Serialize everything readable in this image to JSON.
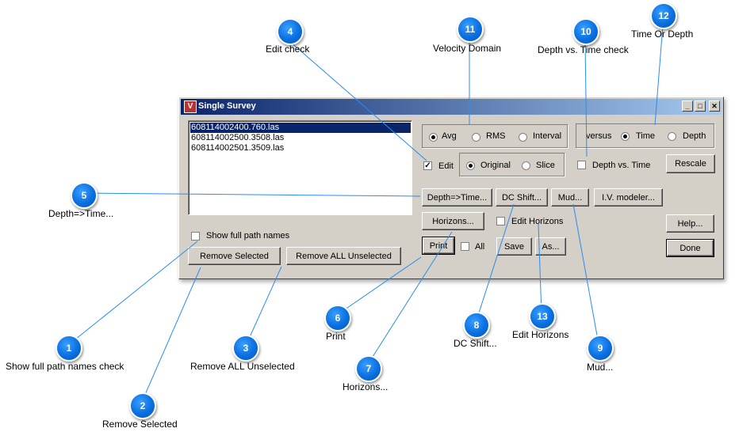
{
  "window": {
    "title": "Single Survey",
    "app_icon_glyph": "V",
    "minimize_glyph": "_",
    "maximize_glyph": "□",
    "close_glyph": "✕"
  },
  "file_list": {
    "items": [
      {
        "name": "608114002400.760.las",
        "selected": true
      },
      {
        "name": "608114002500.3508.las",
        "selected": false
      },
      {
        "name": "608114002501.3509.las",
        "selected": false
      }
    ]
  },
  "left_controls": {
    "show_full_path_label": "Show full path names",
    "show_full_path_checked": false,
    "remove_selected_label": "Remove Selected",
    "remove_all_unselected_label": "Remove ALL Unselected"
  },
  "velocity_domain": {
    "options": [
      "Avg",
      "RMS",
      "Interval"
    ],
    "selected": "Avg"
  },
  "versus_group": {
    "label": "versus",
    "options": [
      "Time",
      "Depth"
    ],
    "selected": "Time"
  },
  "edit_group": {
    "edit_label": "Edit",
    "edit_checked": true,
    "options": [
      "Original",
      "Slice"
    ],
    "selected": "Original"
  },
  "depth_vs_time": {
    "label": "Depth vs. Time",
    "checked": false
  },
  "buttons": {
    "rescale": "Rescale",
    "depth_time": "Depth=>Time...",
    "dc_shift": "DC Shift...",
    "mud": "Mud...",
    "iv_modeler": "I.V. modeler...",
    "horizons": "Horizons...",
    "print": "Print",
    "save": "Save",
    "save_as": "As...",
    "help": "Help...",
    "done": "Done"
  },
  "edit_horizons": {
    "label": "Edit Horizons",
    "checked": false
  },
  "print_all": {
    "label": "All",
    "checked": false
  },
  "callouts": [
    {
      "number": "1",
      "label": "Show full path names check"
    },
    {
      "number": "2",
      "label": "Remove Selected"
    },
    {
      "number": "3",
      "label": "Remove ALL Unselected"
    },
    {
      "number": "4",
      "label": "Edit check"
    },
    {
      "number": "5",
      "label": "Depth=>Time..."
    },
    {
      "number": "6",
      "label": "Print"
    },
    {
      "number": "7",
      "label": "Horizons..."
    },
    {
      "number": "8",
      "label": "DC Shift..."
    },
    {
      "number": "9",
      "label": "Mud..."
    },
    {
      "number": "10",
      "label": "Depth vs. Time check"
    },
    {
      "number": "11",
      "label": "Velocity Domain"
    },
    {
      "number": "12",
      "label": "Time Or Depth"
    },
    {
      "number": "13",
      "label": "Edit Horizons"
    }
  ],
  "colors": {
    "callout_blue": "#0a6fe0",
    "callout_line": "#2a8cf0",
    "titlebar_start": "#0a246a",
    "titlebar_end": "#a6caf0",
    "window_face": "#d4d0c8"
  }
}
